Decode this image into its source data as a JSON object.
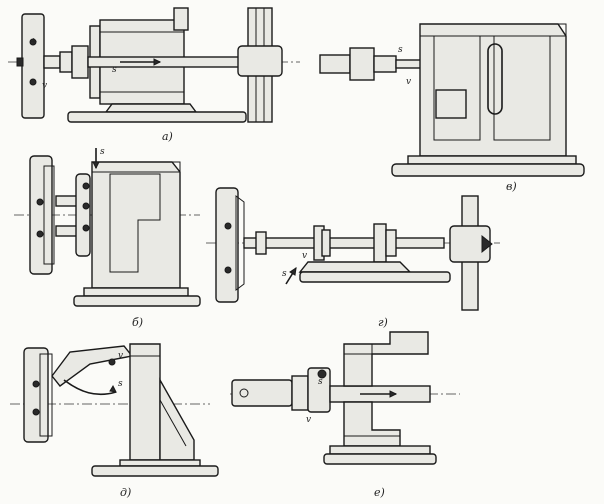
{
  "panels": [
    {
      "id": "a",
      "caption": "а)",
      "labels": [
        "v",
        "s"
      ]
    },
    {
      "id": "b",
      "caption": "в)",
      "labels": [
        "s",
        "v"
      ]
    },
    {
      "id": "c",
      "caption": "б)",
      "labels": [
        "s"
      ]
    },
    {
      "id": "d",
      "caption": "г)",
      "labels": [
        "v",
        "s"
      ]
    },
    {
      "id": "e",
      "caption": "д)",
      "labels": [
        "v",
        "s"
      ]
    },
    {
      "id": "f",
      "caption": "е)",
      "labels": [
        "v",
        "s"
      ]
    }
  ]
}
